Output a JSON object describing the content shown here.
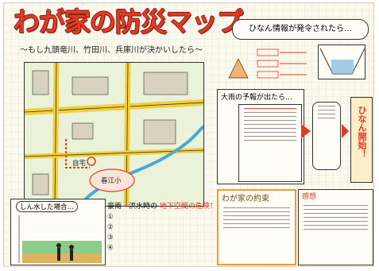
{
  "poster": {
    "title": "わが家の防災マップ",
    "subtitle": "〜もし九頭竜川、竹田川、兵庫川が決かいしたら〜",
    "notice_bubble": "ひなん情報が発令されたら…",
    "flood_box_heading": "しん水した場合…",
    "underground_heading": "豪雨　洪水時の",
    "underground_heading_red": "地下空間の危険！",
    "underground_items": [
      "①",
      "②",
      "③",
      "④"
    ],
    "rain_box_heading": "大雨の予報が出たら…",
    "family_pledge_heading": "わが家の約束",
    "impressions_heading": "感想",
    "evacuate_text": "ひなん開始！",
    "map_labels": {
      "school": "春江小",
      "home": "自宅"
    }
  },
  "colors": {
    "title_red": "#e23a24",
    "river_blue": "#4aa8d8",
    "road_yellow": "#f2cf3b",
    "flood_green": "#6cc06c"
  }
}
